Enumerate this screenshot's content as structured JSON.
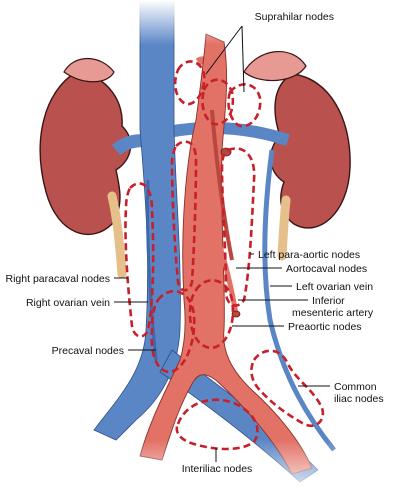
{
  "figure": {
    "labels": {
      "suprahilar": "Suprahilar nodes",
      "left_para_aortic": "Left para-aortic nodes",
      "aortocaval": "Aortocaval nodes",
      "left_ovarian_vein": "Left ovarian vein",
      "ima_line1": "Inferior",
      "ima_line2": "mesenteric artery",
      "preaortic": "Preaortic nodes",
      "common_iliac_line1": "Common",
      "common_iliac_line2": "iliac nodes",
      "interiliac": "Interiliac nodes",
      "right_paracaval": "Right paracaval nodes",
      "right_ovarian_vein": "Right ovarian vein",
      "precaval": "Precaval nodes"
    },
    "colors": {
      "vein": "#5b86c6",
      "vein_dark": "#3e68aa",
      "artery": "#e27166",
      "artery_dark": "#b8483f",
      "kidney": "#b9524e",
      "kidney_light": "#e79a94",
      "ureter": "#e6c08a",
      "node_outline": "#c8202a",
      "leader": "#111111"
    }
  }
}
